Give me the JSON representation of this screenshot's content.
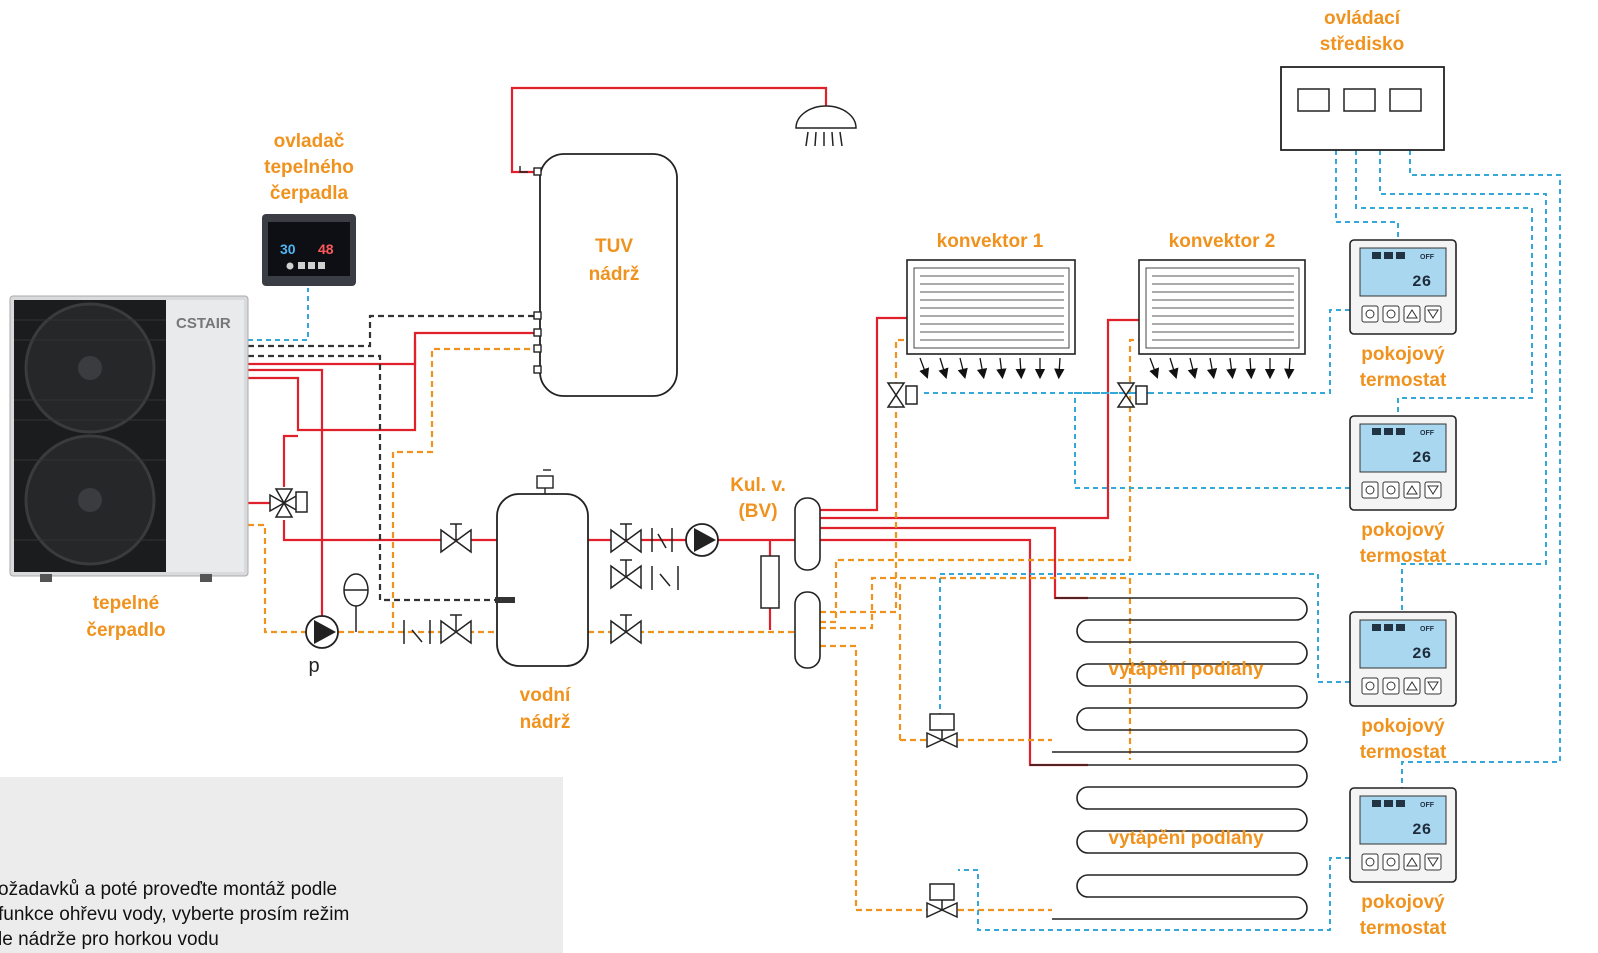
{
  "colors": {
    "hot": "#E0202A",
    "return": "#F0921E",
    "control": "#34A9D9",
    "drain": "#333333",
    "label": "#F0921E"
  },
  "labels": {
    "control_center": [
      "ovládací",
      "středisko"
    ],
    "hp_controller": [
      "ovladač",
      "tepelného",
      "čerpadla"
    ],
    "heat_pump": [
      "tepelné",
      "čerpadlo"
    ],
    "tuv_tank": [
      "TUV",
      "nádrž"
    ],
    "water_tank": [
      "vodní",
      "nádrž"
    ],
    "ball_valve": [
      "Kul. v.",
      "(BV)"
    ],
    "convector_1": "konvektor 1",
    "convector_2": "konvektor 2",
    "floor_heating": "vytápění podlahy",
    "room_thermostat": [
      "pokojový",
      "termostat"
    ],
    "pump": "p",
    "hp_brand": "CSTAIR"
  },
  "hp_display": {
    "temp_left": "30",
    "temp_right": "48"
  },
  "thermostat_display": {
    "temp": "26",
    "status": "OFF"
  },
  "note": {
    "lines": [
      "ožadavků a poté proveďte montáž podle",
      " funkce ohřevu vody, vyberte prosím režim",
      "le nádrže pro horkou vodu"
    ]
  }
}
